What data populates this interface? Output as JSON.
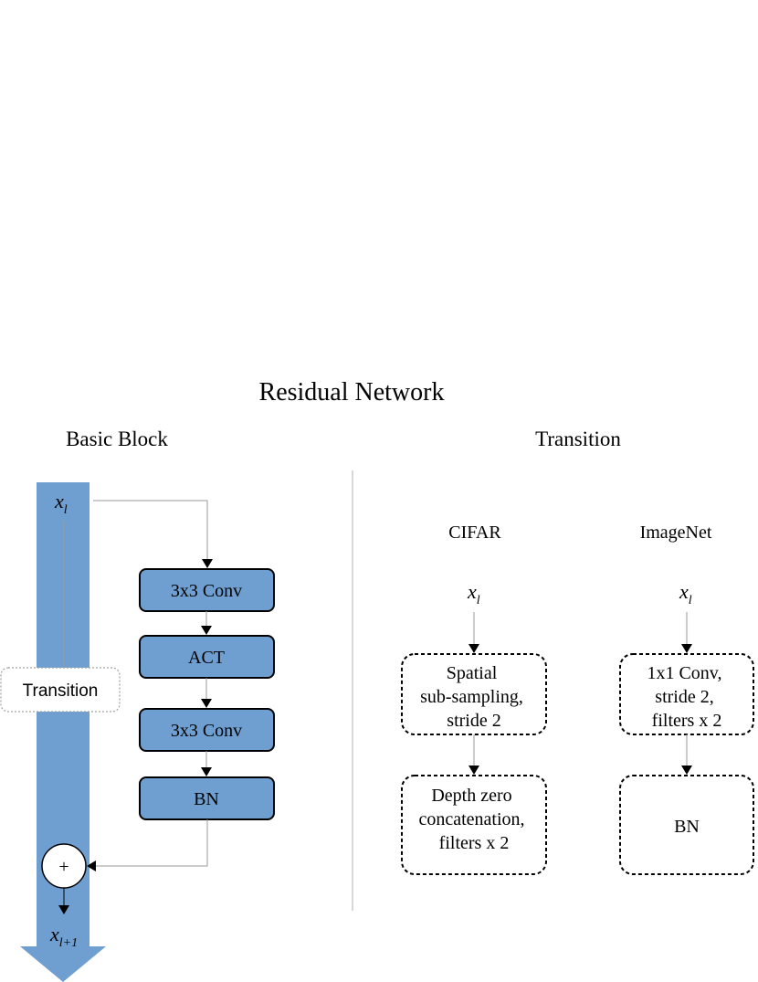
{
  "title": "Residual Network",
  "left": {
    "heading": "Basic Block",
    "input_label": {
      "base": "x",
      "sub": "l"
    },
    "output_label": {
      "base": "x",
      "sub": "l+1"
    },
    "transition_label": "Transition",
    "blocks": [
      "3x3 Conv",
      "ACT",
      "3x3 Conv",
      "BN"
    ],
    "adder_symbol": "+"
  },
  "right": {
    "heading": "Transition",
    "columns": [
      {
        "name": "CIFAR",
        "input_label": {
          "base": "x",
          "sub": "l"
        },
        "boxes": [
          [
            "Spatial",
            "sub-sampling,",
            "stride 2"
          ],
          [
            "Depth zero",
            "concatenation,",
            "filters x 2"
          ]
        ]
      },
      {
        "name": "ImageNet",
        "input_label": {
          "base": "x",
          "sub": "l"
        },
        "boxes": [
          [
            "1x1 Conv,",
            "stride 2,",
            "filters x 2"
          ],
          [
            "BN"
          ]
        ]
      }
    ]
  },
  "colors": {
    "highway_fill": "#6f9fd0",
    "block_fill": "#6f9fd0",
    "block_stroke": "#000000",
    "line": "#9a9a9a",
    "divider": "#b0b0b0",
    "transition_stroke": "#a0a0a0"
  }
}
